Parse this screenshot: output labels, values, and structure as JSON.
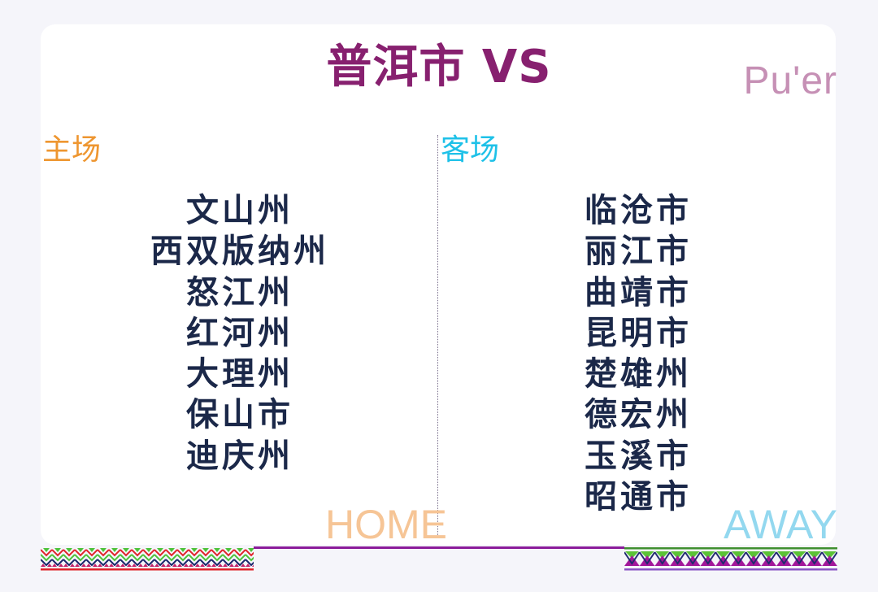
{
  "header": {
    "title": "普洱市 VS",
    "title_en": "Pu'er"
  },
  "home": {
    "label": "主场",
    "watermark": "HOME",
    "teams": [
      "文山州",
      "西双版纳州",
      "怒江州",
      "红河州",
      "大理州",
      "保山市",
      "迪庆州"
    ]
  },
  "away": {
    "label": "客场",
    "watermark": "AWAY",
    "teams": [
      "临沧市",
      "丽江市",
      "曲靖市",
      "昆明市",
      "楚雄州",
      "德宏州",
      "玉溪市",
      "昭通市"
    ]
  },
  "colors": {
    "title": "#87206f",
    "title_en": "#c690b5",
    "home_accent": "#ee9630",
    "away_accent": "#1ec1e8",
    "team_text": "#1b2849",
    "home_watermark": "#f6c596",
    "away_watermark": "#93d8ef",
    "rule": "#8b1c9b"
  },
  "decorations": {
    "left_pattern": "zigzag-red-green-navy-magenta",
    "right_pattern": "triangles-green-navy-purple"
  }
}
